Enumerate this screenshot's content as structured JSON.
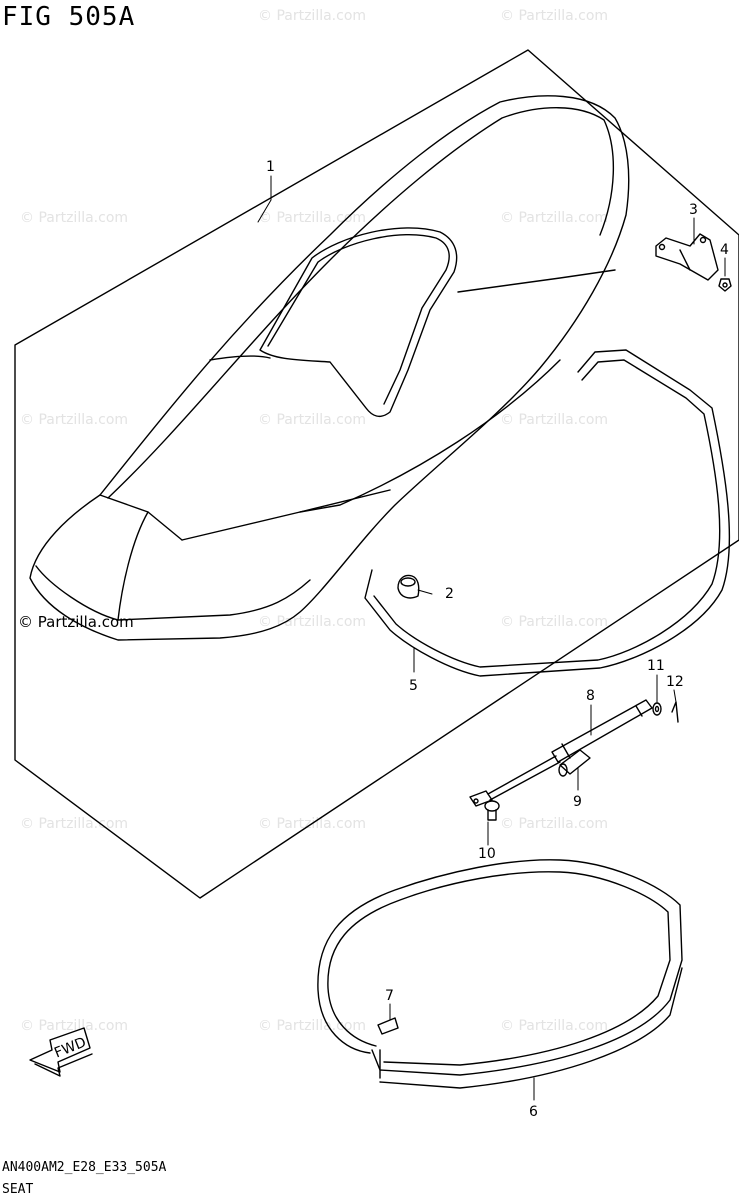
{
  "figure": {
    "title": "FIG 505A",
    "model_code": "AN400AM2_E28_E33_505A",
    "section_name": "SEAT",
    "copyright": "© Partzilla.com",
    "watermark": "© Partzilla.com",
    "fwd_label": "FWD"
  },
  "callouts": [
    {
      "id": "1",
      "label": "1"
    },
    {
      "id": "2",
      "label": "2"
    },
    {
      "id": "3",
      "label": "3"
    },
    {
      "id": "4",
      "label": "4"
    },
    {
      "id": "5",
      "label": "5"
    },
    {
      "id": "6",
      "label": "6"
    },
    {
      "id": "7",
      "label": "7"
    },
    {
      "id": "8",
      "label": "8"
    },
    {
      "id": "9",
      "label": "9"
    },
    {
      "id": "10",
      "label": "10"
    },
    {
      "id": "11",
      "label": "11"
    },
    {
      "id": "12",
      "label": "12"
    }
  ]
}
